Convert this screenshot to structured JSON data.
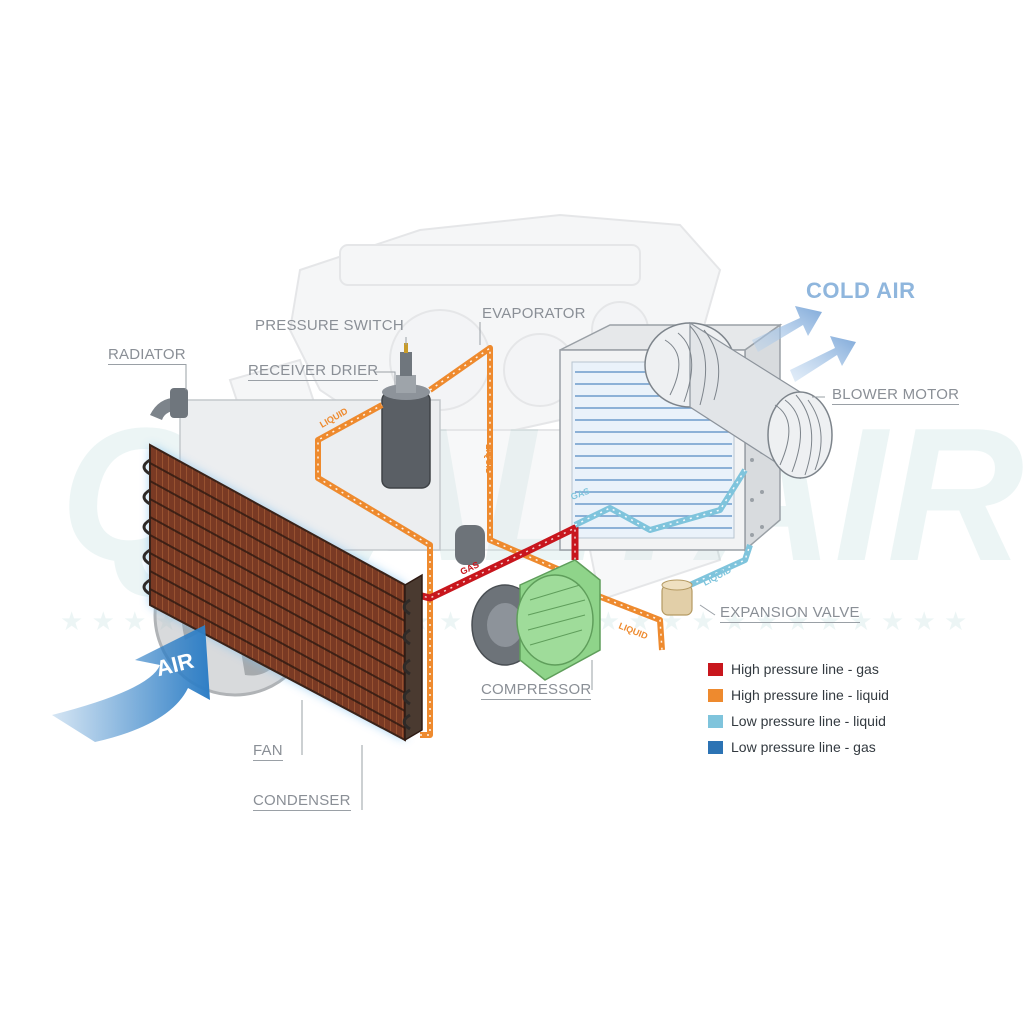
{
  "labels": {
    "pressure_switch": "PRESSURE SWITCH",
    "evaporator": "EVAPORATOR",
    "radiator": "RADIATOR",
    "receiver_drier": "RECEIVER DRIER",
    "blower_motor": "BLOWER MOTOR",
    "expansion_valve": "EXPANSION VALVE",
    "compressor": "COMPRESSOR",
    "fan": "FAN",
    "condenser": "CONDENSER"
  },
  "flow_tags": {
    "cold_air": "COLD AIR",
    "air": "AIR",
    "gas_high": "GAS",
    "gas_low": "GAS",
    "liquid_high_1": "LIQUID",
    "liquid_high_2": "LIQUID",
    "liquid_high_3": "LIQUID",
    "liquid_low": "LIQUID"
  },
  "legend": [
    {
      "label": "High pressure line - gas",
      "color": "#c8161d"
    },
    {
      "label": "High pressure line - liquid",
      "color": "#ee8a2e"
    },
    {
      "label": "Low pressure line - liquid",
      "color": "#7fc4dc"
    },
    {
      "label": "Low pressure line -  gas",
      "color": "#2c73b4"
    }
  ],
  "colors": {
    "high_gas": "#c8161d",
    "high_liquid": "#ee8a2e",
    "low_liquid": "#7fc4dc",
    "low_gas": "#2c73b4",
    "air_arrow": "#2f7fc6",
    "cold_air": "#8fb6dd"
  }
}
